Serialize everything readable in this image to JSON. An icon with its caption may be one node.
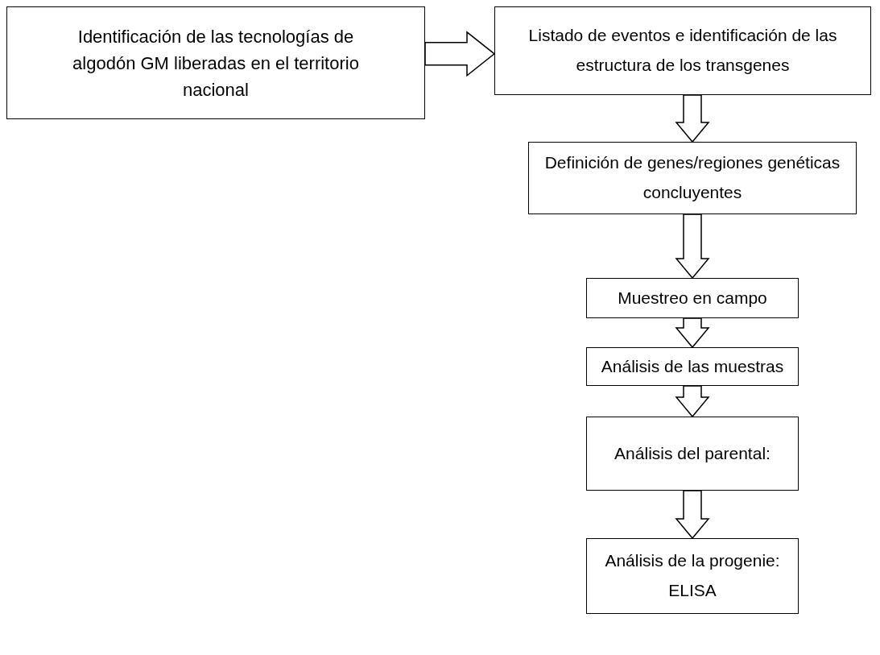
{
  "diagram": {
    "nodes": [
      {
        "text": [
          "Identificación de las tecnologías de algodón GM liberadas en el territorio nacional"
        ]
      },
      {
        "text": [
          "Listado de eventos e identificación de las estructura de los transgenes"
        ]
      },
      {
        "text": [
          "Definición de genes/regiones genéticas concluyentes"
        ]
      },
      {
        "text": [
          "Muestreo en campo"
        ]
      },
      {
        "text": [
          "Análisis de las muestras"
        ]
      },
      {
        "text": [
          "Análisis del parental:"
        ]
      },
      {
        "text": [
          "Análisis de la progenie: ELISA"
        ]
      }
    ],
    "edges": [
      {
        "from": 0,
        "to": 1,
        "arrow": "to"
      },
      {
        "from": 1,
        "to": 2,
        "arrow": "to"
      },
      {
        "from": 2,
        "to": 3,
        "arrow": "to"
      },
      {
        "from": 3,
        "to": 4,
        "arrow": "to"
      },
      {
        "from": 4,
        "to": 5,
        "arrow": "to"
      },
      {
        "from": 5,
        "to": 6,
        "arrow": "to"
      }
    ]
  }
}
